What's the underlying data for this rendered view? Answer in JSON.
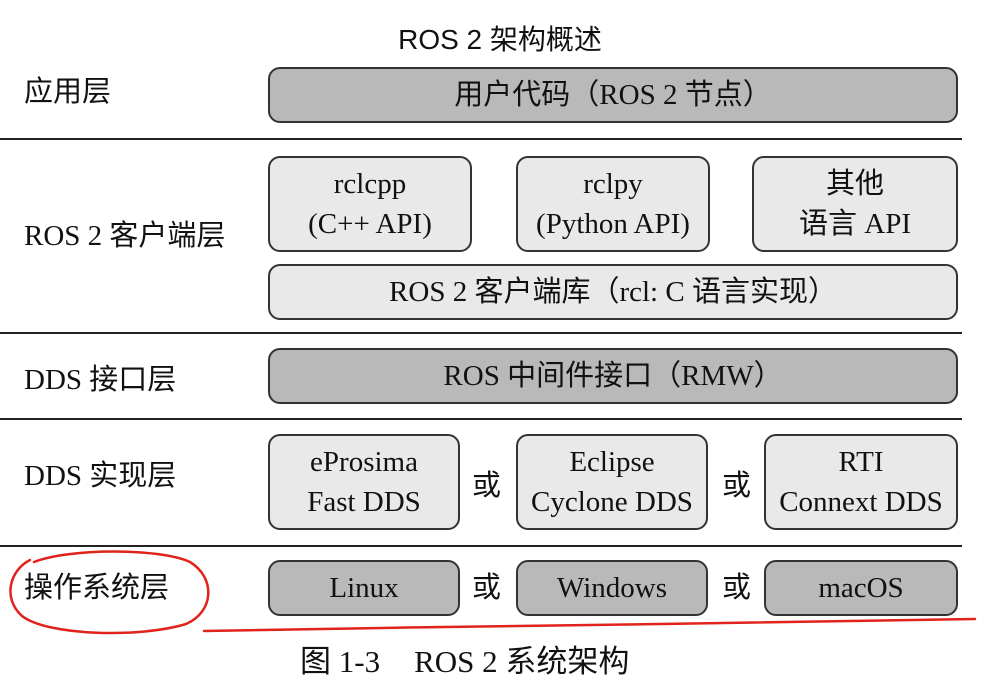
{
  "title": "ROS 2 架构概述",
  "layers": {
    "application": {
      "label": "应用层",
      "box": "用户代码（ROS 2 节点）"
    },
    "client": {
      "label": "ROS 2 客户端层",
      "rclcpp": {
        "line1": "rclcpp",
        "line2": "(C++ API)"
      },
      "rclpy": {
        "line1": "rclpy",
        "line2": "(Python API)"
      },
      "other": {
        "line1": "其他",
        "line2": "语言 API"
      },
      "rcl": "ROS 2 客户端库（rcl: C 语言实现）"
    },
    "dds_interface": {
      "label": "DDS 接口层",
      "box": "ROS 中间件接口（RMW）"
    },
    "dds_impl": {
      "label": "DDS 实现层",
      "fastdds": {
        "line1": "eProsima",
        "line2": "Fast DDS"
      },
      "cyclone": {
        "line1": "Eclipse",
        "line2": "Cyclone DDS"
      },
      "connext": {
        "line1": "RTI",
        "line2": "Connext DDS"
      },
      "or": "或"
    },
    "os": {
      "label": "操作系统层",
      "linux": "Linux",
      "windows": "Windows",
      "macos": "macOS",
      "or": "或"
    }
  },
  "caption": {
    "figure": "图 1-3",
    "text": "ROS 2 系统架构"
  },
  "annotation_color": "#e0231c"
}
